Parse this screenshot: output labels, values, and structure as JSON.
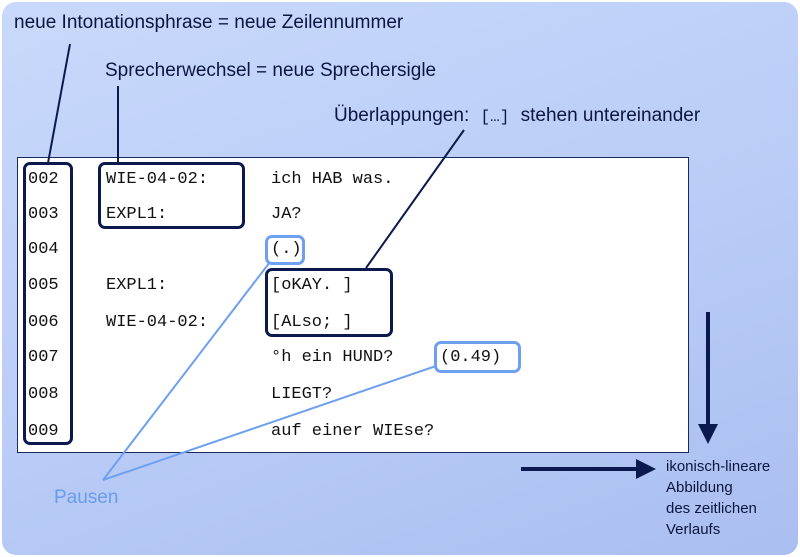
{
  "annotations": {
    "intonation": "neue Intonationsphrase = neue Zeilennummer",
    "speaker_change": "Sprecherwechsel = neue Sprechersigle",
    "overlap_prefix": "Überlappungen:",
    "overlap_bracket": "[…]",
    "overlap_suffix": "stehen untereinander",
    "pauses": "Pausen",
    "iconic_1": "ikonisch-lineare",
    "iconic_2": "Abbildung",
    "iconic_3": "des zeitlichen",
    "iconic_4": "Verlaufs"
  },
  "transcript": {
    "lines": [
      {
        "num": "002",
        "speaker": "WIE-04-02:",
        "text": "ich HAB was."
      },
      {
        "num": "003",
        "speaker": "EXPL1:",
        "text": "JA?"
      },
      {
        "num": "004",
        "speaker": "",
        "text": "(.)"
      },
      {
        "num": "005",
        "speaker": "EXPL1:",
        "text": "[oKAY. ]"
      },
      {
        "num": "006",
        "speaker": "WIE-04-02:",
        "text": "[ALso; ]"
      },
      {
        "num": "007",
        "speaker": "",
        "text": "°h ein HUND?"
      },
      {
        "num": "008",
        "speaker": "",
        "text": "LIEGT?"
      },
      {
        "num": "009",
        "speaker": "",
        "text": "auf einer WIEse?"
      }
    ],
    "pause_timed": "(0.49)"
  },
  "colors": {
    "background": "#b9ccf7",
    "dark_box": "#0a1a4e",
    "pause_highlight": "#6fa0f0"
  }
}
